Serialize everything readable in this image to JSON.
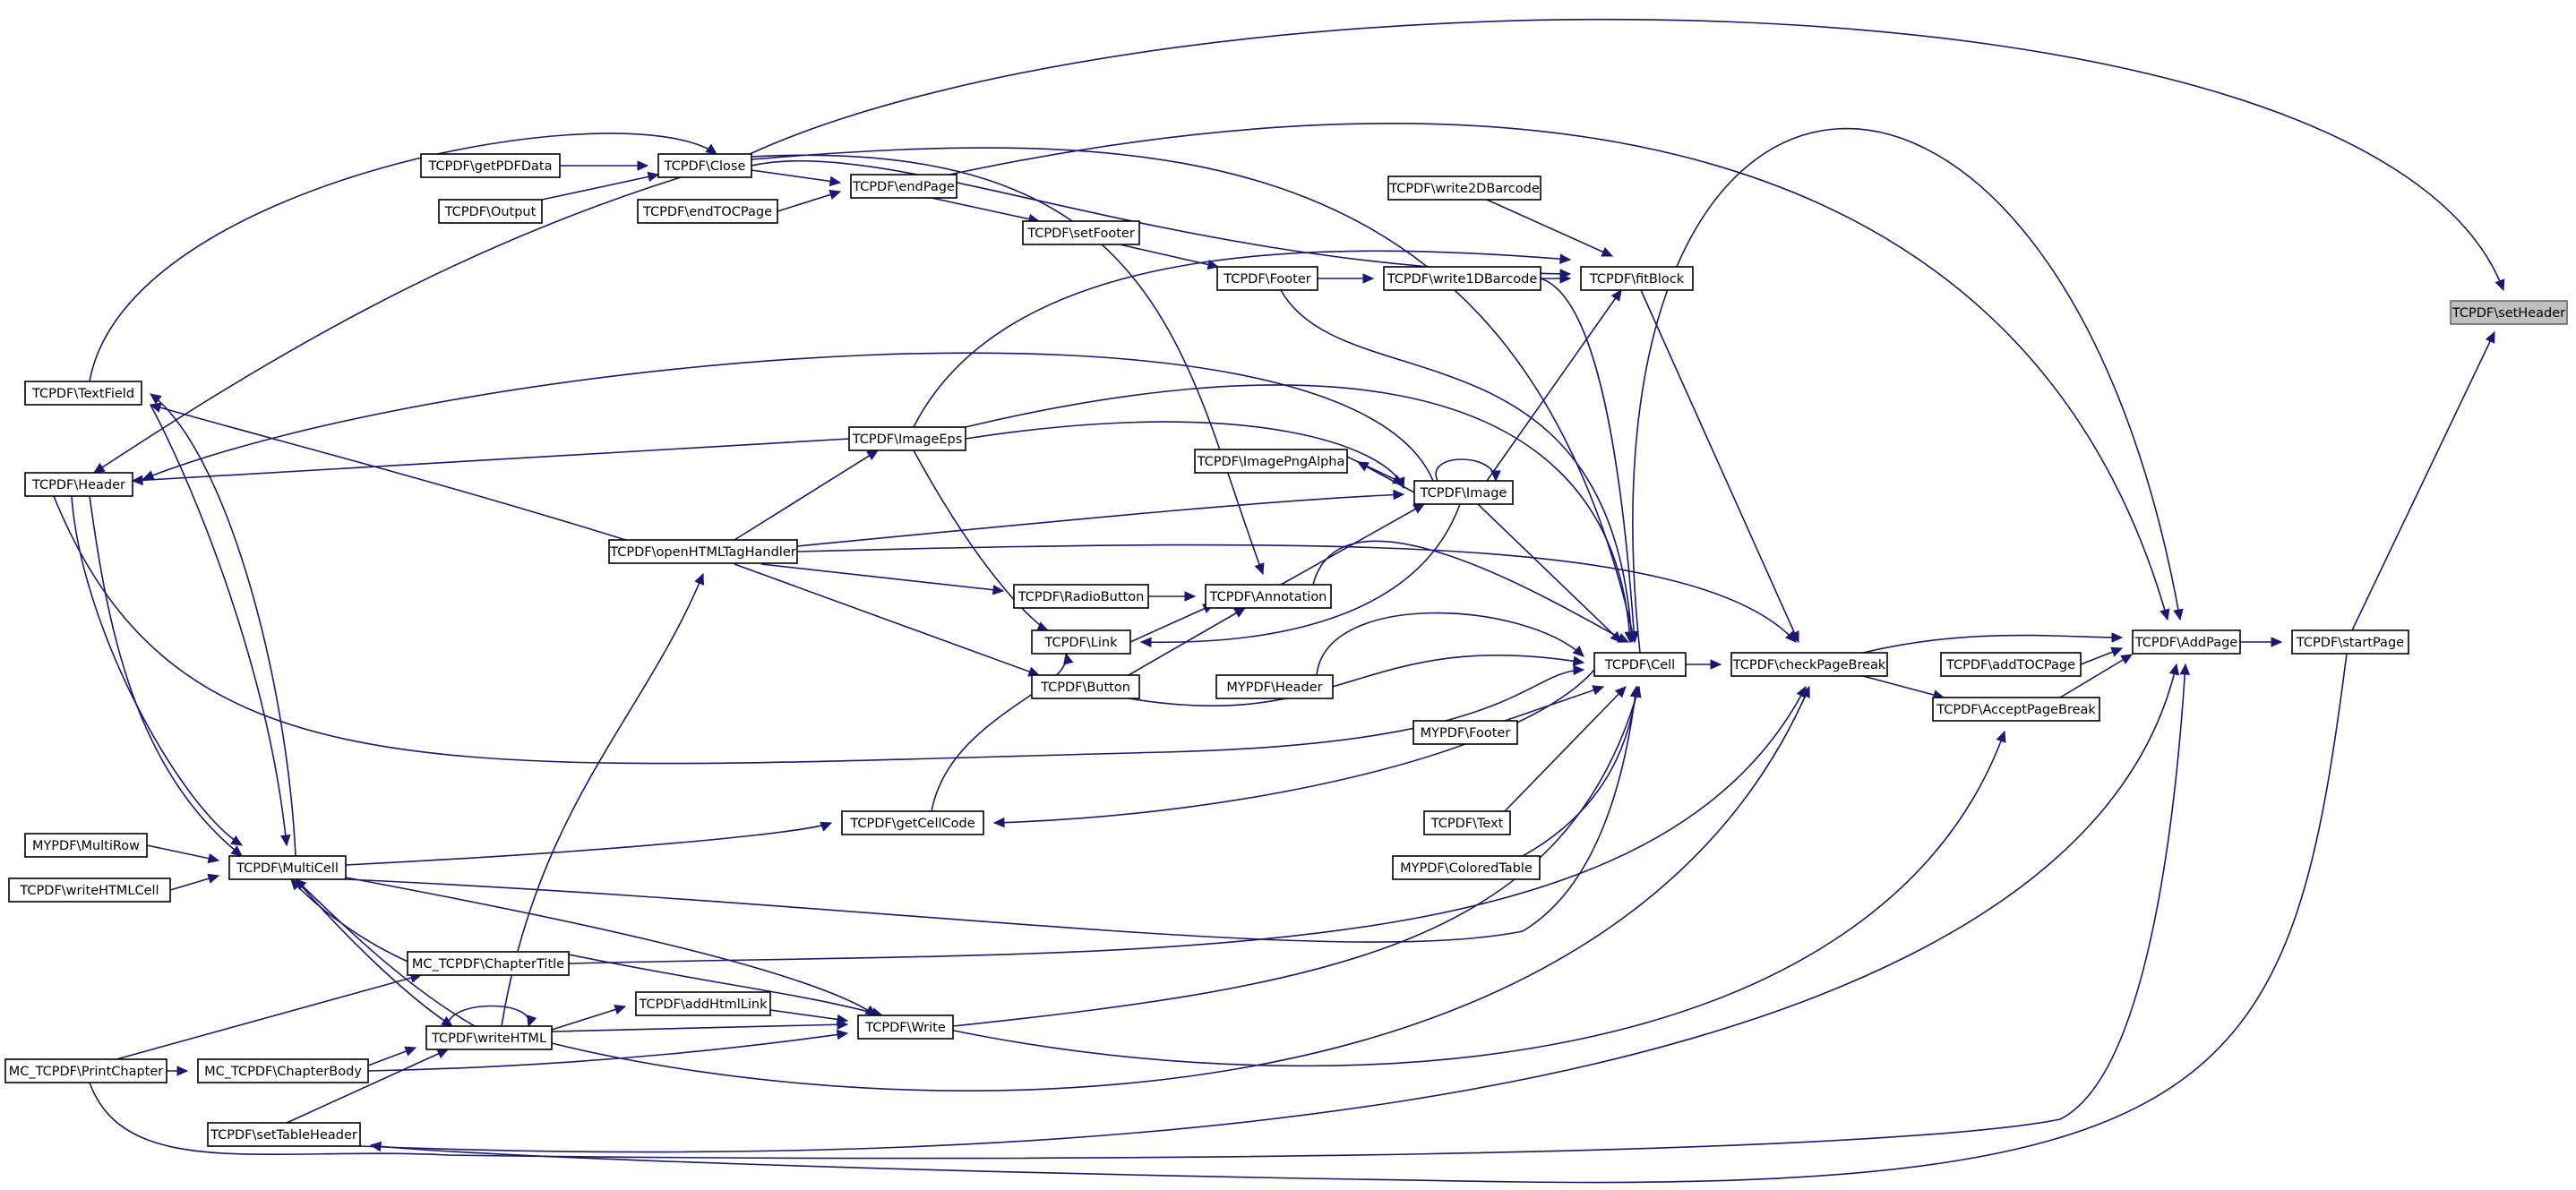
{
  "colors": {
    "edge": "#191970",
    "node_border": "#000000",
    "highlight_fill": "#bfbfbf",
    "background": "#ffffff"
  },
  "nodes": {
    "setHeader": "TCPDF\\setHeader",
    "startPage": "TCPDF\\startPage",
    "AddPage": "TCPDF\\AddPage",
    "addTOCPage": "TCPDF\\addTOCPage",
    "AcceptPageBreak": "TCPDF\\AcceptPageBreak",
    "checkPageBreak": "TCPDF\\checkPageBreak",
    "Cell": "TCPDF\\Cell",
    "fitBlock": "TCPDF\\fitBlock",
    "write2DBarcode": "TCPDF\\write2DBarcode",
    "write1DBarcode": "TCPDF\\write1DBarcode",
    "Footer": "TCPDF\\Footer",
    "setFooter": "TCPDF\\setFooter",
    "endPage": "TCPDF\\endPage",
    "Close": "TCPDF\\Close",
    "getPDFData": "TCPDF\\getPDFData",
    "Output": "TCPDF\\Output",
    "endTOCPage": "TCPDF\\endTOCPage",
    "Image": "TCPDF\\Image",
    "ImagePngAlpha": "TCPDF\\ImagePngAlpha",
    "ImageEps": "TCPDF\\ImageEps",
    "Annotation": "TCPDF\\Annotation",
    "RadioButton": "TCPDF\\RadioButton",
    "Link": "TCPDF\\Link",
    "Button": "TCPDF\\Button",
    "MYPDFHeader": "MYPDF\\Header",
    "MYPDFFooter": "MYPDF\\Footer",
    "Text": "TCPDF\\Text",
    "ColoredTable": "MYPDF\\ColoredTable",
    "openHTMLTagHandler": "TCPDF\\openHTMLTagHandler",
    "TextField": "TCPDF\\TextField",
    "Header": "TCPDF\\Header",
    "getCellCode": "TCPDF\\getCellCode",
    "MultiCell": "TCPDF\\MultiCell",
    "MultiRow": "MYPDF\\MultiRow",
    "writeHTMLCell": "TCPDF\\writeHTMLCell",
    "ChapterTitle": "MC_TCPDF\\ChapterTitle",
    "writeHTML": "TCPDF\\writeHTML",
    "addHtmlLink": "TCPDF\\addHtmlLink",
    "Write": "TCPDF\\Write",
    "PrintChapter": "MC_TCPDF\\PrintChapter",
    "ChapterBody": "MC_TCPDF\\ChapterBody",
    "setTableHeader": "TCPDF\\setTableHeader"
  }
}
